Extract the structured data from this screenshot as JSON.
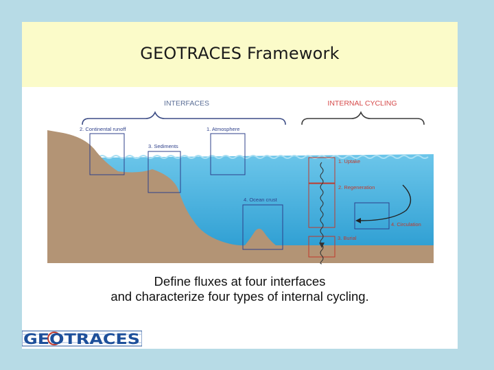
{
  "slide": {
    "title": "GEOTRACES Framework",
    "caption_line1": "Define fluxes at four interfaces",
    "caption_line2": "and characterize four types of internal cycling."
  },
  "diagram": {
    "interfaces_heading": "INTERFACES",
    "internal_cycling_heading": "INTERNAL CYCLING",
    "interfaces": [
      "2. Continental runoff",
      "1. Atmosphere",
      "3. Sediments",
      "4. Ocean crust"
    ],
    "cycling": [
      "1. Uptake",
      "2. Regeneration",
      "4. Circulation",
      "3. Burial"
    ],
    "colors": {
      "interfaces_heading": "#5b6e96",
      "internal_cycling_heading": "#d64a4a",
      "ocean": "#47b1dd",
      "land": "#b39475",
      "box_blue": "#2d3f8a",
      "box_red": "#c0392b"
    }
  },
  "logo": {
    "text": "GEOTRACES",
    "colors": {
      "letters": "#1d4f9a",
      "sphere": "#c33b2c"
    }
  }
}
